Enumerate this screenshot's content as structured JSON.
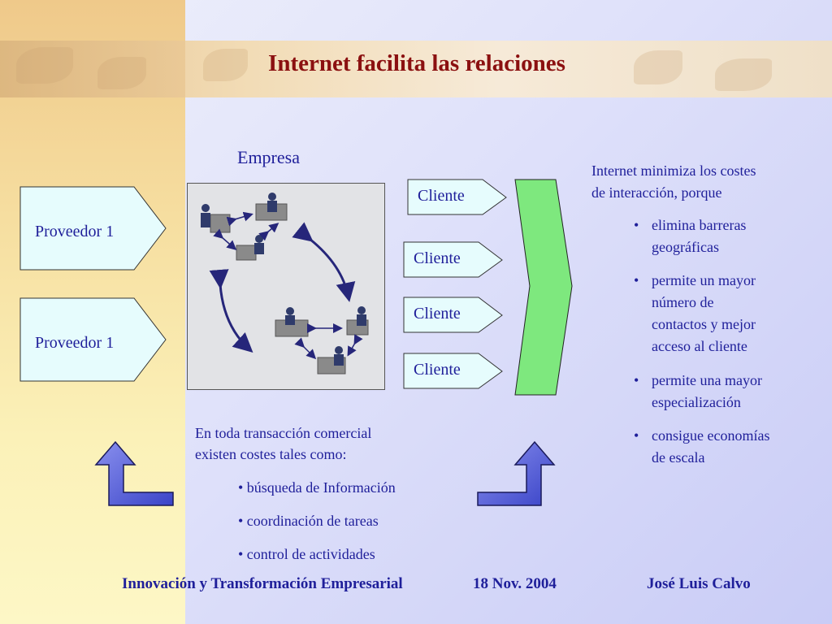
{
  "title": "Internet facilita las relaciones",
  "empresa_label": "Empresa",
  "proveedores": [
    "Proveedor 1",
    "Proveedor 1"
  ],
  "clientes": [
    "Cliente",
    "Cliente",
    "Cliente",
    "Cliente"
  ],
  "costs": {
    "intro_line1": "En toda transacción comercial",
    "intro_line2": "existen costes tales como:",
    "items": [
      "• búsqueda de Información",
      "• coordinación de tareas",
      "• control de actividades"
    ]
  },
  "benefits": {
    "intro_line1": "Internet minimiza los costes",
    "intro_line2": "de interacción, porque",
    "items": [
      {
        "line1": "elimina barreras",
        "line2": "geográficas"
      },
      {
        "line1": "permite un mayor",
        "line2": "número de",
        "line3": "contactos y mejor",
        "line4": "acceso al cliente"
      },
      {
        "line1": "permite una mayor",
        "line2": "especialización"
      },
      {
        "line1": "consigue economías",
        "line2": "de escala"
      }
    ]
  },
  "footer": {
    "course": "Innovación y Transformación Empresarial",
    "date": "18 Nov. 2004",
    "author": "José Luis Calvo"
  },
  "colors": {
    "title": "#8b1010",
    "text": "#1f1f9a",
    "shape_fill": "#e6fcfd",
    "chevron_fill": "#7ee87e",
    "arrow_fill": "#5a63d8"
  }
}
